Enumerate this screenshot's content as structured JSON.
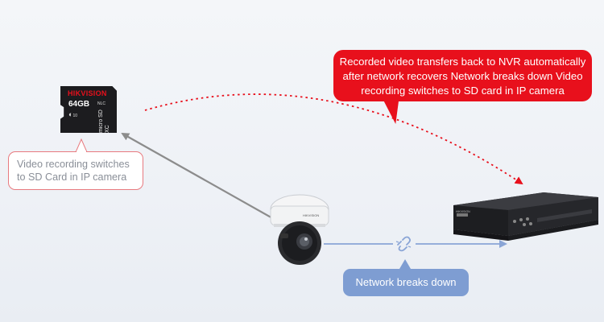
{
  "callouts": {
    "nvr_transfer": "Recorded video transfers back to NVR automatically after network recovers Network breaks down Video recording switches to SD card in IP camera",
    "sd_switch": "Video recording switches to SD Card in IP camera",
    "network_break": "Network breaks down"
  },
  "sd_card": {
    "brand": "HIKVISION",
    "capacity": "64GB",
    "speed_mark": "NLC",
    "class_mark": "10",
    "type": "micro SD XC"
  },
  "camera": {
    "brand": "HIKVISION"
  },
  "nvr": {
    "brand": "HIKVISION"
  },
  "colors": {
    "red": "#e8101c",
    "blue": "#7e9dd2",
    "arrow_gray": "#8c8c8c",
    "link_blue": "#8aa5d6"
  },
  "icons": {
    "sd_card": "micro-sd-card-icon",
    "camera": "ptz-dome-camera-icon",
    "nvr": "network-video-recorder-icon",
    "broken_link": "broken-link-icon"
  }
}
